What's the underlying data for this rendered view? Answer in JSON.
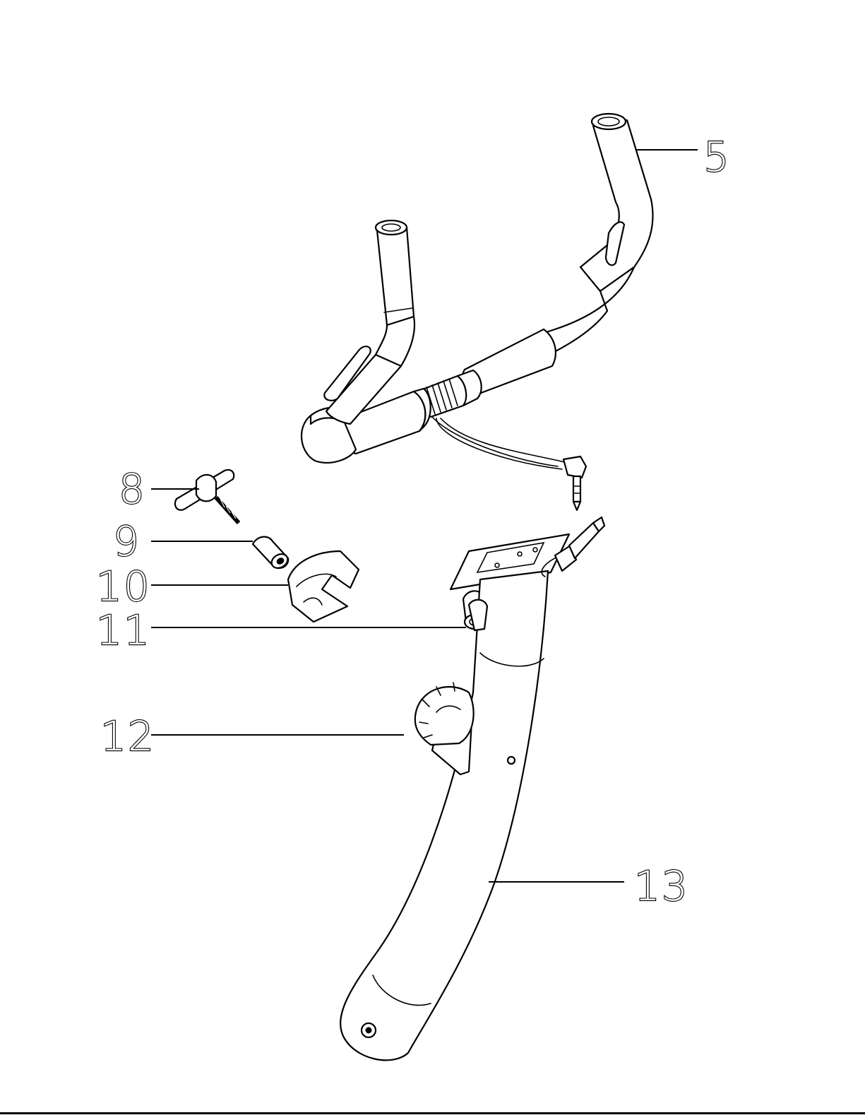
{
  "callouts": [
    {
      "id": "5",
      "label": "5"
    },
    {
      "id": "8",
      "label": "8"
    },
    {
      "id": "9",
      "label": "9"
    },
    {
      "id": "10",
      "label": "10"
    },
    {
      "id": "11",
      "label": "11"
    },
    {
      "id": "12",
      "label": "12"
    },
    {
      "id": "13",
      "label": "13"
    }
  ]
}
